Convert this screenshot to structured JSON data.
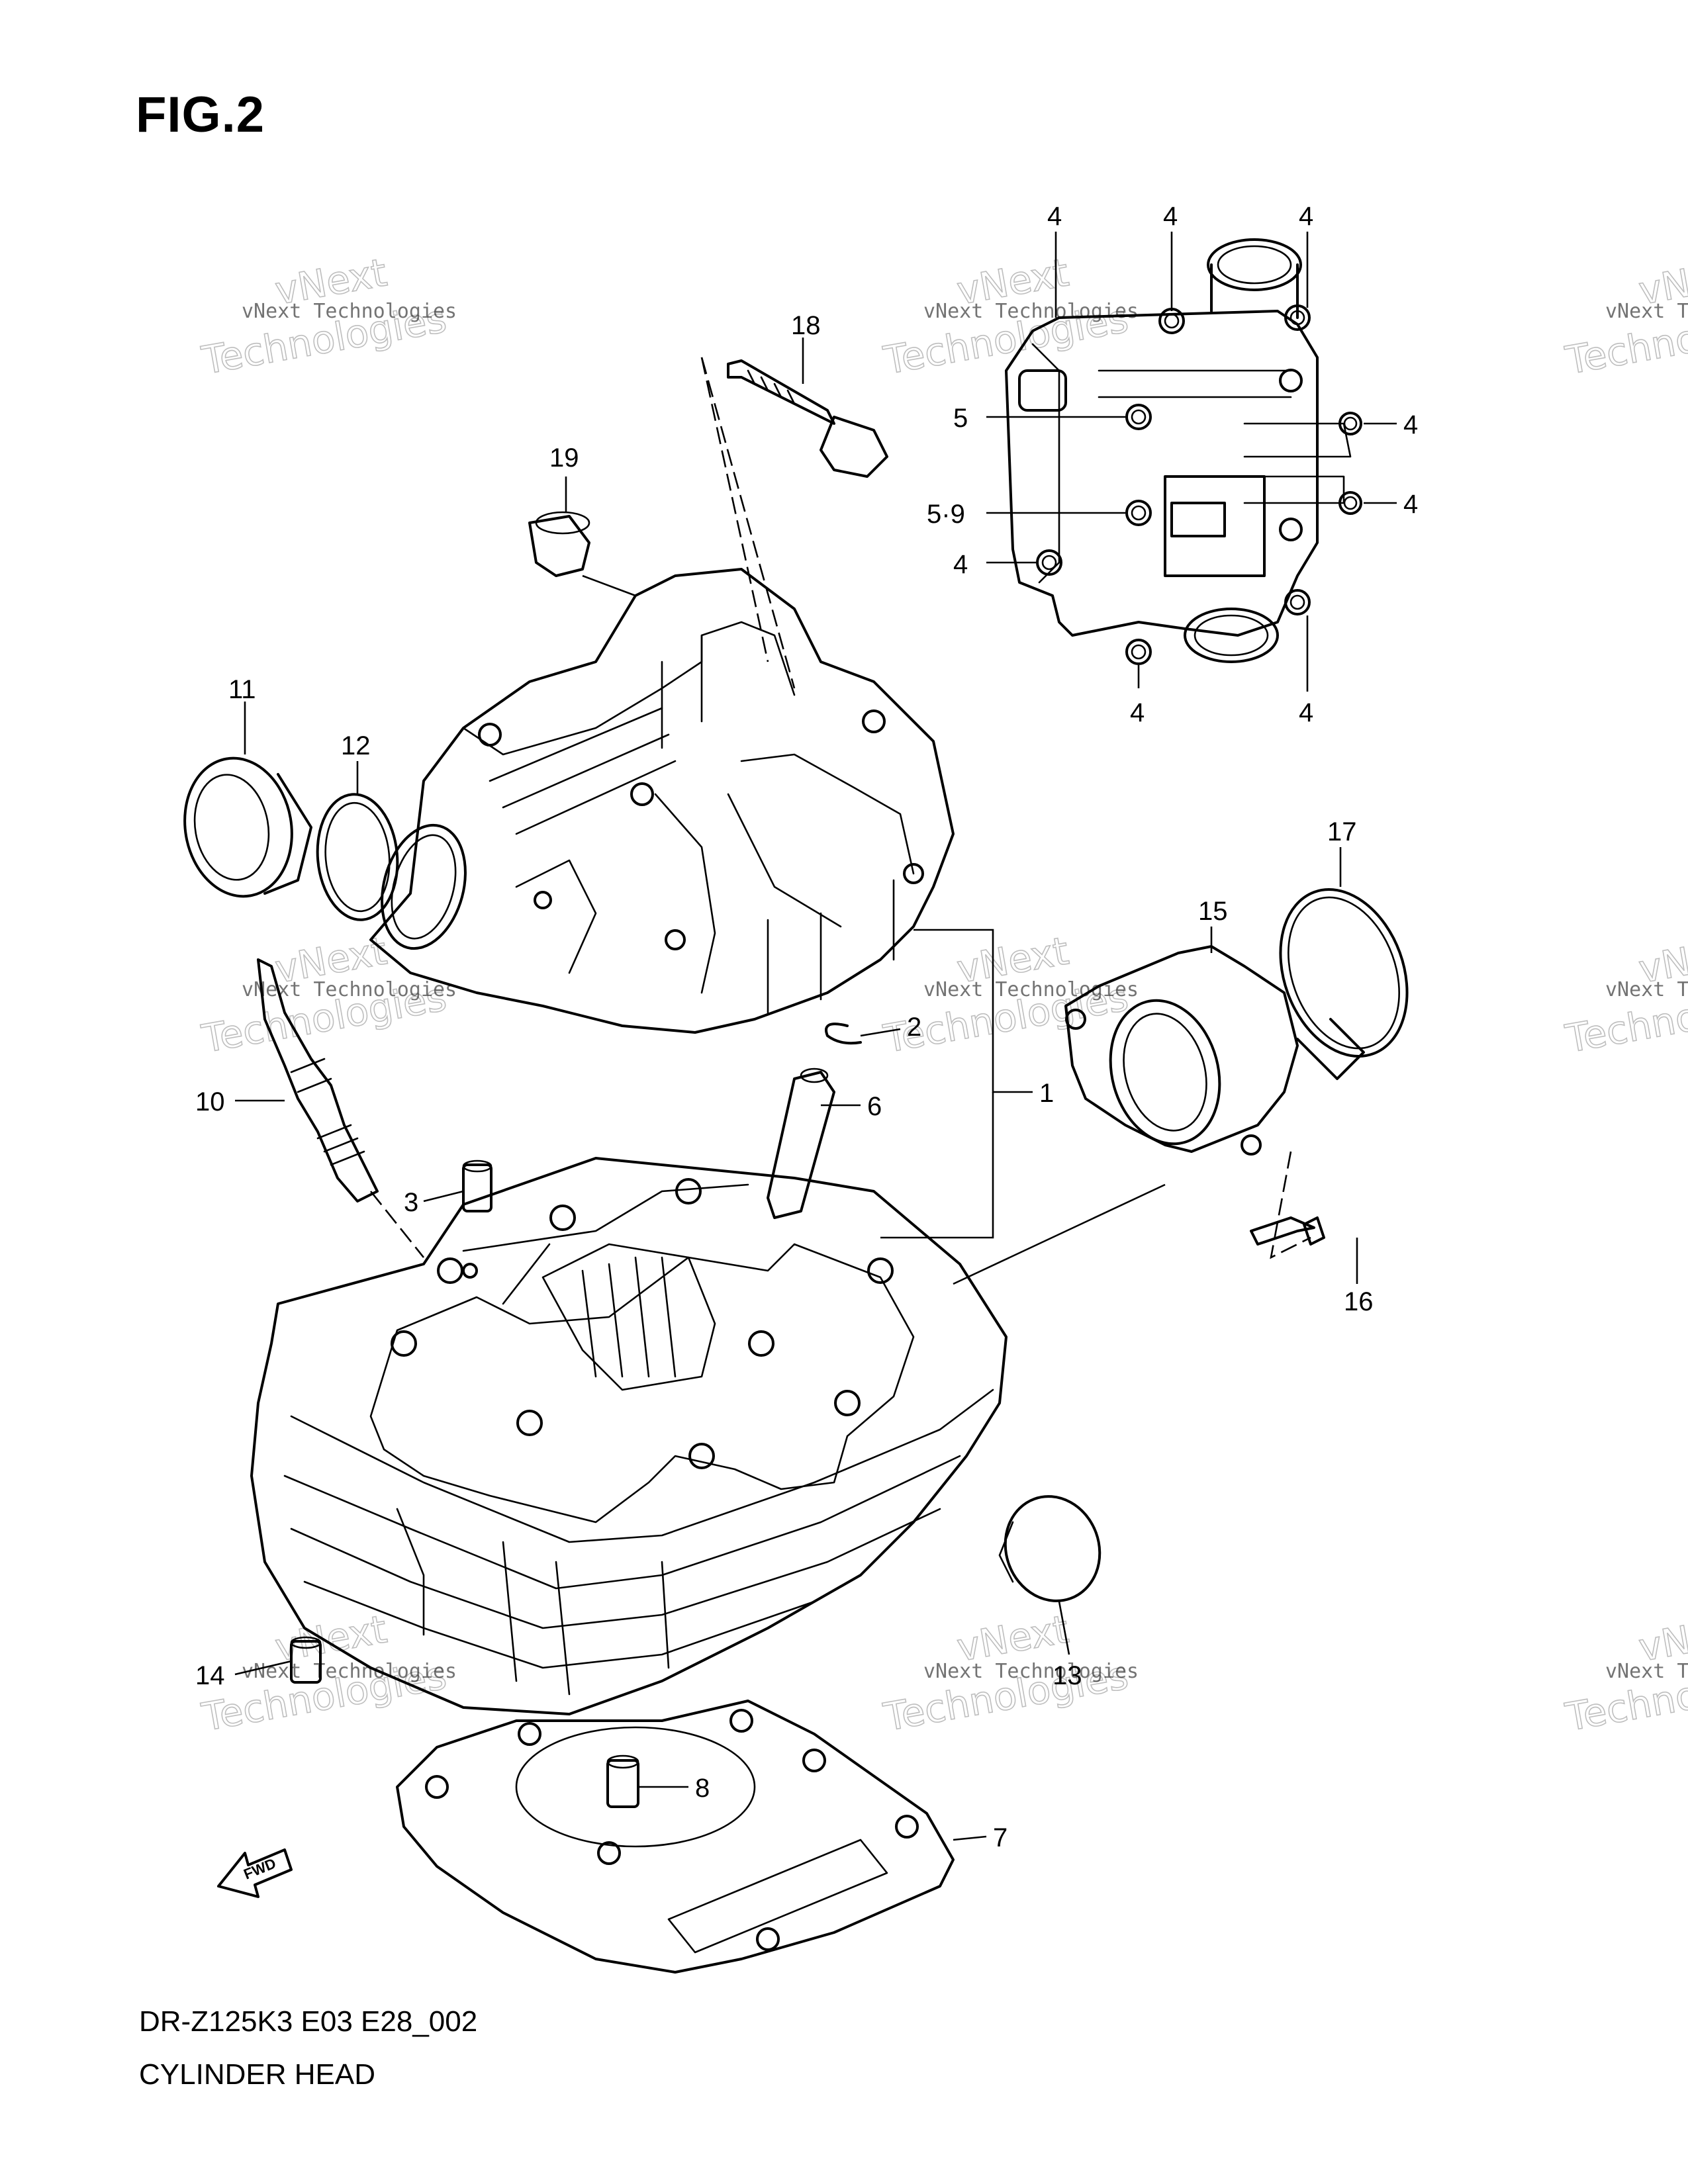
{
  "figure_title": "FIG.2",
  "footer": {
    "model_code": "DR-Z125K3 E03 E28_002",
    "assembly_name": "CYLINDER HEAD"
  },
  "watermark": {
    "small_text": "vNext Technologies",
    "big_text": "Technologies",
    "overlay_text": "vNext"
  },
  "fwd_arrow_label": "FWD",
  "callouts": {
    "c1": "1",
    "c2": "2",
    "c3": "3",
    "c4a": "4",
    "c4b": "4",
    "c4c": "4",
    "c4d": "4",
    "c4e": "4",
    "c4f": "4",
    "c4g": "4",
    "c4h": "4",
    "c5": "5",
    "c59": "5·9",
    "c6": "6",
    "c7": "7",
    "c8": "8",
    "c10": "10",
    "c11": "11",
    "c12": "12",
    "c13": "13",
    "c14": "14",
    "c15": "15",
    "c16": "16",
    "c17": "17",
    "c18": "18",
    "c19": "19"
  },
  "colors": {
    "line": "#000000",
    "background": "#ffffff",
    "watermark": "#888888"
  }
}
